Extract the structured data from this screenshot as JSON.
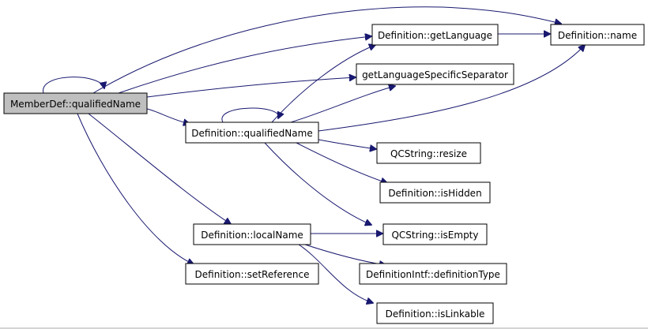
{
  "graph": {
    "nodes": [
      {
        "id": "memberdef_qualifiedname",
        "label": "MemberDef::qualifiedName",
        "root": true
      },
      {
        "id": "def_getlanguage",
        "label": "Definition::getLanguage"
      },
      {
        "id": "def_name",
        "label": "Definition::name"
      },
      {
        "id": "getlangsepartor",
        "label": "getLanguageSpecificSeparator"
      },
      {
        "id": "def_qualifiedname",
        "label": "Definition::qualifiedName"
      },
      {
        "id": "qcstring_resize",
        "label": "QCString::resize"
      },
      {
        "id": "def_ishidden",
        "label": "Definition::isHidden"
      },
      {
        "id": "def_localname",
        "label": "Definition::localName"
      },
      {
        "id": "qcstring_isempty",
        "label": "QCString::isEmpty"
      },
      {
        "id": "def_setreference",
        "label": "Definition::setReference"
      },
      {
        "id": "defintf_definitiontype",
        "label": "DefinitionIntf::definitionType"
      },
      {
        "id": "def_islinkable",
        "label": "Definition::isLinkable"
      }
    ],
    "edges": [
      {
        "from": "memberdef_qualifiedname",
        "to": "memberdef_qualifiedname"
      },
      {
        "from": "memberdef_qualifiedname",
        "to": "def_getlanguage"
      },
      {
        "from": "memberdef_qualifiedname",
        "to": "def_name"
      },
      {
        "from": "memberdef_qualifiedname",
        "to": "getlangsepartor"
      },
      {
        "from": "memberdef_qualifiedname",
        "to": "def_qualifiedname"
      },
      {
        "from": "memberdef_qualifiedname",
        "to": "def_localname"
      },
      {
        "from": "memberdef_qualifiedname",
        "to": "def_setreference"
      },
      {
        "from": "def_getlanguage",
        "to": "def_name"
      },
      {
        "from": "def_qualifiedname",
        "to": "def_qualifiedname"
      },
      {
        "from": "def_qualifiedname",
        "to": "def_getlanguage"
      },
      {
        "from": "def_qualifiedname",
        "to": "getlangsepartor"
      },
      {
        "from": "def_qualifiedname",
        "to": "def_name"
      },
      {
        "from": "def_qualifiedname",
        "to": "qcstring_resize"
      },
      {
        "from": "def_qualifiedname",
        "to": "def_ishidden"
      },
      {
        "from": "def_qualifiedname",
        "to": "qcstring_isempty"
      },
      {
        "from": "def_localname",
        "to": "qcstring_isempty"
      },
      {
        "from": "def_localname",
        "to": "defintf_definitiontype"
      },
      {
        "from": "def_localname",
        "to": "def_islinkable"
      }
    ]
  }
}
